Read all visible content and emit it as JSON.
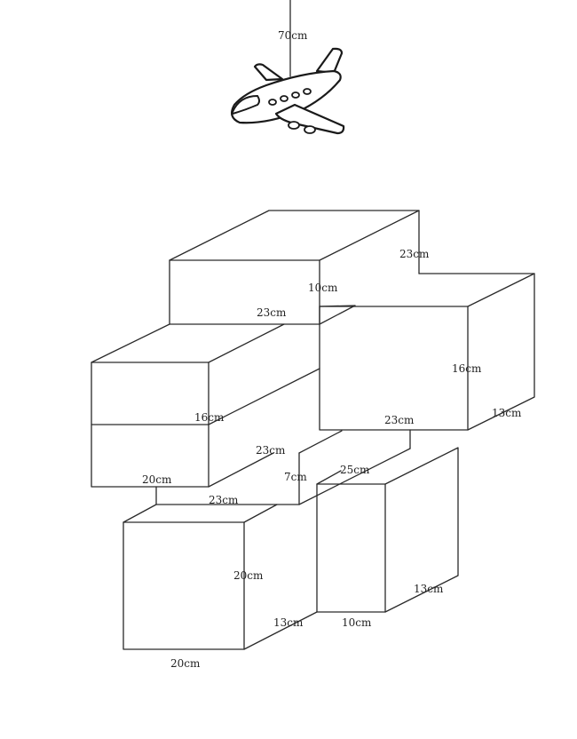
{
  "hanger": {
    "length_label": "70cm"
  },
  "airplane": {
    "icon": "airplane-icon"
  },
  "top_box": {
    "depth_label": "23cm",
    "height_label": "10cm",
    "width_label": "23cm"
  },
  "right_box": {
    "height_label": "16cm",
    "depth_label": "13cm",
    "width_label": "23cm"
  },
  "left_box": {
    "height_label": "16cm",
    "width_label": "20cm",
    "depth_label": "23cm"
  },
  "plank": {
    "depth_label": "7cm",
    "width_label": "23cm",
    "length_label": "25cm"
  },
  "lower_left_box": {
    "height_label": "20cm",
    "depth_label": "13cm",
    "width_label": "20cm"
  },
  "lower_right_box": {
    "width_label": "10cm",
    "depth_label": "13cm"
  }
}
